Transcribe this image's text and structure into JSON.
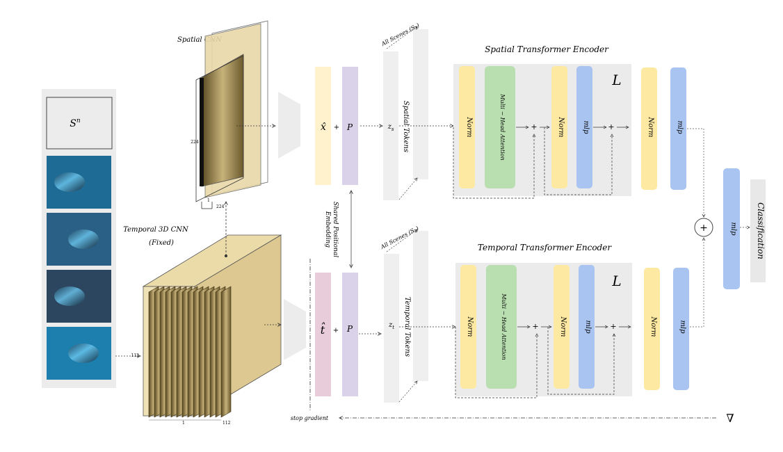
{
  "input_panel": {
    "scene_label": "S",
    "scene_sup": "n",
    "frame_count": 4,
    "frame_colors": [
      "#1e6c96",
      "#2a5f86",
      "#2d4660",
      "#1d7fae"
    ]
  },
  "spatial_cnn": {
    "title": "Spatial CNN",
    "dim_h": "224",
    "dim_w": "224",
    "dim_one": "1"
  },
  "temporal_cnn": {
    "title": "Temporal 3D CNN",
    "subtitle": "(Fixed)",
    "dim_h": "112",
    "dim_w": "112",
    "dim_one": "1"
  },
  "embedding": {
    "spatial_symbol": "x̂",
    "temporal_symbol": "t̂",
    "plus": "+",
    "pos_symbol": "P",
    "shared_label_1": "Shared Positional",
    "shared_label_2": "Embedding"
  },
  "tokens": {
    "spatial_z": "z",
    "spatial_sub": "s",
    "temporal_z": "z",
    "temporal_sub": "t",
    "spatial_label": "Spatial Tokens",
    "temporal_label": "Temporal Tokens",
    "all_scenes": "All Scenes (S",
    "all_scenes_sub": "n",
    "all_scenes_end": ")"
  },
  "spatial_encoder": {
    "title": "Spatial Transformer Encoder",
    "repeat": "L",
    "norm": "Norm",
    "attention": "Multi − Head Attention",
    "mlp": "mlp",
    "plus": "+"
  },
  "temporal_encoder": {
    "title": "Temporal Transformer Encoder",
    "repeat": "L",
    "norm": "Norm",
    "attention": "Multi − Head Attention",
    "mlp": "mlp",
    "plus": "+"
  },
  "head": {
    "combine": "+",
    "mlp": "mlp",
    "output": "Classification"
  },
  "footer": {
    "stop_gradient": "stop gradient",
    "nabla": "∇"
  },
  "colors": {
    "norm": "#fde9a2",
    "attention": "#b9dfb1",
    "mlp": "#a9c4f0",
    "encoder_bg": "#ebebeb",
    "embed_spatial": "#fff2cc",
    "embed_temporal": "#e8ccda",
    "pos": "#d9d2e9",
    "token": "#efefef",
    "cnn": "#e8d6a8"
  }
}
